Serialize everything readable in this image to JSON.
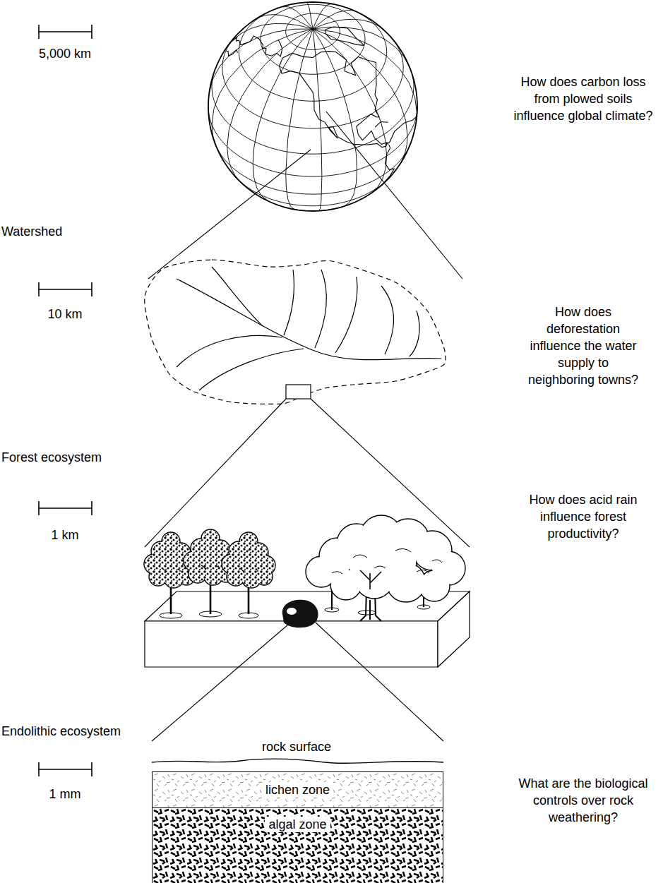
{
  "diagram": {
    "nodes": [
      {
        "text": [
          "lichen zone"
        ]
      },
      {
        "text": [
          "algal zone"
        ]
      }
    ],
    "labels": [
      "5,000 km",
      "How does carbon loss from plowed soils influence global climate?",
      "Watershed",
      "10 km",
      "How does deforestation influence the water supply to neighboring towns?",
      "Forest ecosystem",
      "1 km",
      "How does acid rain influence forest productivity?",
      "Endolithic ecosystem",
      "rock surface",
      "1 mm",
      "What are the biological controls over rock weathering?"
    ]
  }
}
